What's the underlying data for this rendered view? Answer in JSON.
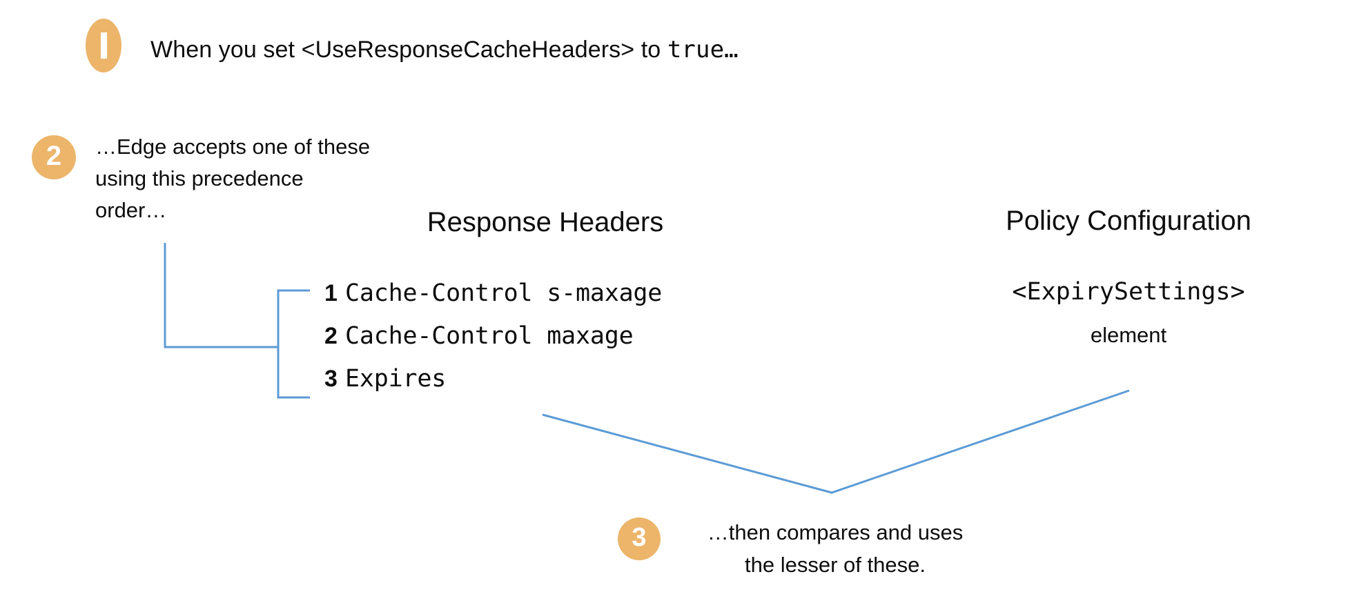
{
  "theme": {
    "background": "#ffffff",
    "badge_fill": "#ecb56a",
    "badge_text": "#ffffff",
    "text": "#0d0d0d",
    "connector_line": "#5b9bd5"
  },
  "steps": [
    {
      "number": "1",
      "text_prefix": "When you set <UseResponseCacheHeaders> to ",
      "text_mono": "true…"
    },
    {
      "number": "2",
      "line1": "…Edge accepts one of these",
      "line2": "using this precedence",
      "line3": "order…"
    },
    {
      "number": "3",
      "line1": "…then compares and uses",
      "line2": "the lesser of these."
    }
  ],
  "columns": {
    "response_headers": {
      "heading": "Response Headers",
      "items": [
        {
          "rank": "1",
          "label": "Cache-Control s-maxage"
        },
        {
          "rank": "2",
          "label": "Cache-Control maxage"
        },
        {
          "rank": "3",
          "label": "Expires"
        }
      ]
    },
    "policy_configuration": {
      "heading": "Policy Configuration",
      "element_name": "<ExpirySettings>",
      "element_sub": "element"
    }
  }
}
